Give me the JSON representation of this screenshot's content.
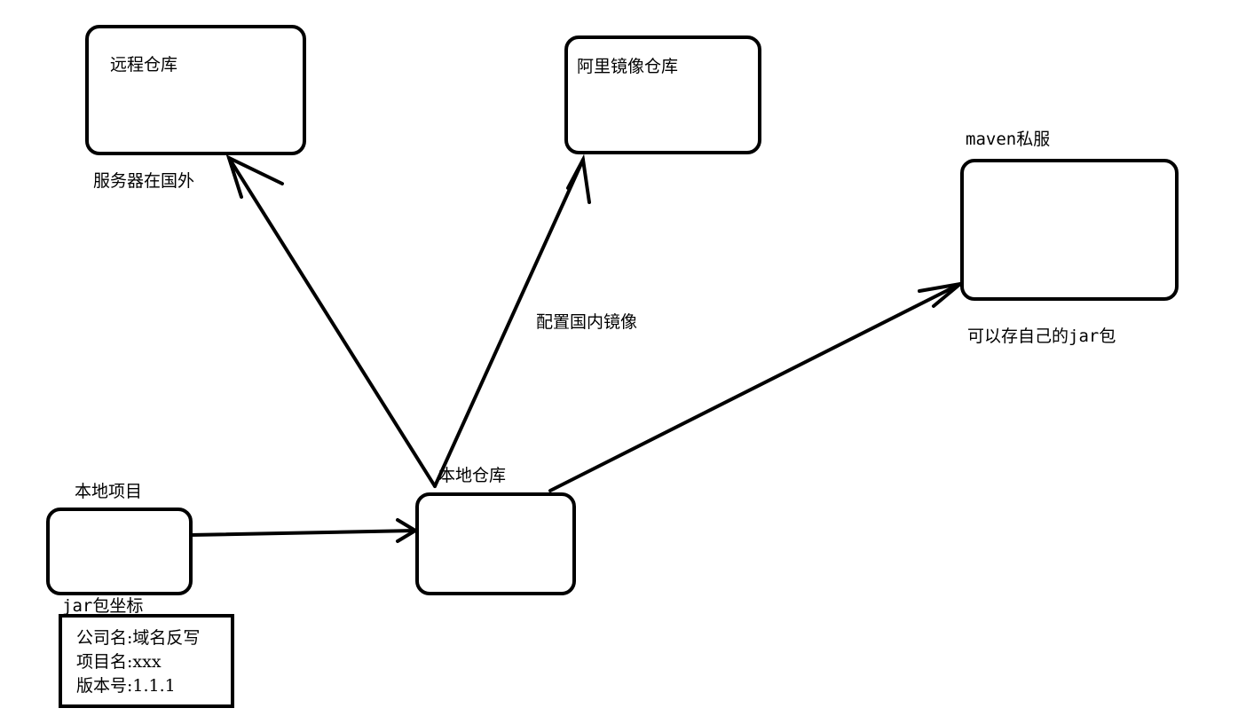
{
  "nodes": {
    "remote_repo": {
      "title": "远程仓库",
      "note": "服务器在国外"
    },
    "aliyun_mirror": {
      "title": "阿里镜像仓库"
    },
    "maven_private": {
      "title": "maven私服",
      "note": "可以存自己的jar包"
    },
    "local_repo": {
      "title": "本地仓库"
    },
    "local_project": {
      "title": "本地项目"
    }
  },
  "edges": {
    "mirror_config": "配置国内镜像"
  },
  "coordinates": {
    "title": "jar包坐标",
    "lines": [
      "公司名:域名反写",
      "项目名:xxx",
      "版本号:1.1.1"
    ]
  }
}
